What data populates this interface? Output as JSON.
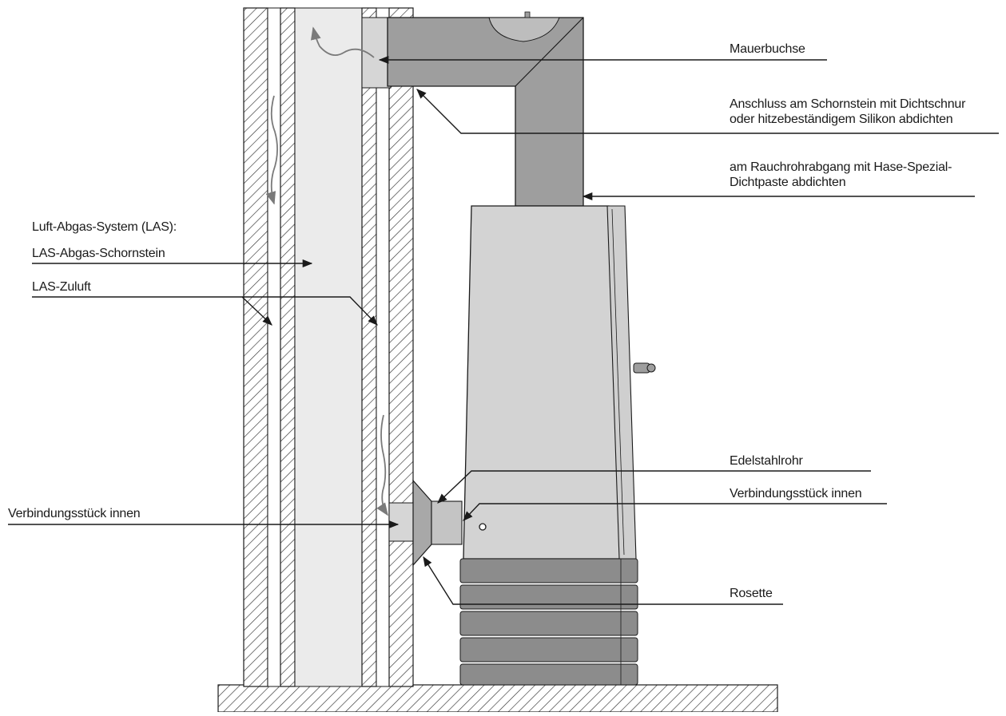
{
  "labels": {
    "mauerbuchse": "Mauerbuchse",
    "anschluss_line1": "Anschluss am Schornstein mit Dichtschnur",
    "anschluss_line2": "oder hitzebeständigem Silikon abdichten",
    "rauchrohr_line1": "am Rauchrohrabgang mit Hase-Spezial-",
    "rauchrohr_line2": "Dichtpaste abdichten",
    "las_system": "Luft-Abgas-System (LAS):",
    "las_schornstein": "LAS-Abgas-Schornstein",
    "las_zuluft": "LAS-Zuluft",
    "edelstahlrohr": "Edelstahlrohr",
    "verbindung_right": "Verbindungsstück innen",
    "verbindung_left": "Verbindungsstück innen",
    "rosette": "Rosette"
  },
  "colors": {
    "stove_body": "#d3d3d3",
    "stove_pipe": "#9e9e9e",
    "stove_base": "#8c8c8c",
    "flue_interior": "#ebebeb",
    "outline": "#1a1a1a",
    "airflow": "#7a7a7a"
  }
}
